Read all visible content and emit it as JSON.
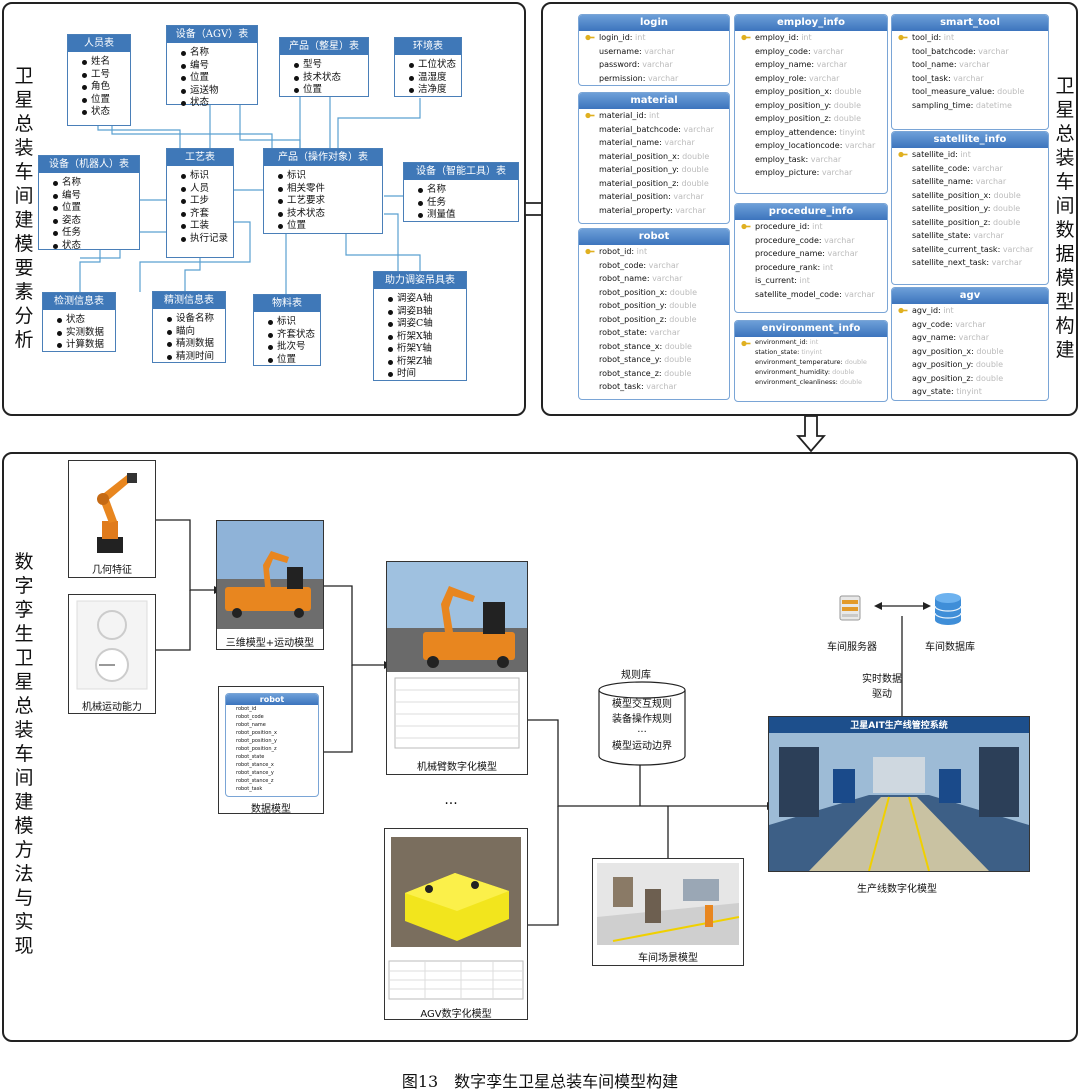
{
  "figure_caption": "图13　数字孪生卫星总装车间模型构建",
  "panel_a": {
    "title": "卫星总装车间建模要素分析",
    "entities": [
      {
        "title": "人员表",
        "items": [
          "姓名",
          "工号",
          "角色",
          "位置",
          "状态"
        ]
      },
      {
        "title": "设备（AGV）表",
        "items": [
          "名称",
          "编号",
          "位置",
          "运送物",
          "状态"
        ]
      },
      {
        "title": "产品（整星）表",
        "items": [
          "型号",
          "技术状态",
          "位置"
        ]
      },
      {
        "title": "环境表",
        "items": [
          "工位状态",
          "温湿度",
          "洁净度"
        ]
      },
      {
        "title": "设备（机器人）表",
        "items": [
          "名称",
          "编号",
          "位置",
          "姿态",
          "任务",
          "状态"
        ]
      },
      {
        "title": "工艺表",
        "items": [
          "标识",
          "人员",
          "工步",
          "齐套",
          "工装",
          "执行记录"
        ]
      },
      {
        "title": "产品（操作对象）表",
        "items": [
          "标识",
          "相关零件",
          "工艺要求",
          "技术状态",
          "位置"
        ]
      },
      {
        "title": "设备（智能工具）表",
        "items": [
          "名称",
          "任务",
          "测量值"
        ]
      },
      {
        "title": "检测信息表",
        "items": [
          "状态",
          "实测数据",
          "计算数据"
        ]
      },
      {
        "title": "精测信息表",
        "items": [
          "设备名称",
          "瞄向",
          "精测数据",
          "精测时间"
        ]
      },
      {
        "title": "物料表",
        "items": [
          "标识",
          "齐套状态",
          "批次号",
          "位置"
        ]
      },
      {
        "title": "助力调姿吊具表",
        "items": [
          "调姿A轴",
          "调姿B轴",
          "调姿C轴",
          "桁架X轴",
          "桁架Y轴",
          "桁架Z轴",
          "时间"
        ]
      }
    ]
  },
  "panel_b": {
    "title": "卫星总装车间数据模型构建",
    "tables": [
      {
        "name": "login",
        "fields": [
          [
            "login_id",
            "int"
          ],
          [
            "username",
            "varchar"
          ],
          [
            "password",
            "varchar"
          ],
          [
            "permission",
            "varchar"
          ]
        ]
      },
      {
        "name": "material",
        "fields": [
          [
            "material_id",
            "int"
          ],
          [
            "material_batchcode",
            "varchar"
          ],
          [
            "material_name",
            "varchar"
          ],
          [
            "material_position_x",
            "double"
          ],
          [
            "material_position_y",
            "double"
          ],
          [
            "material_position_z",
            "double"
          ],
          [
            "material_position",
            "varchar"
          ],
          [
            "material_property",
            "varchar"
          ]
        ]
      },
      {
        "name": "robot",
        "fields": [
          [
            "robot_id",
            "int"
          ],
          [
            "robot_code",
            "varchar"
          ],
          [
            "robot_name",
            "varchar"
          ],
          [
            "robot_position_x",
            "double"
          ],
          [
            "robot_position_y",
            "double"
          ],
          [
            "robot_position_z",
            "double"
          ],
          [
            "robot_state",
            "varchar"
          ],
          [
            "robot_stance_x",
            "double"
          ],
          [
            "robot_stance_y",
            "double"
          ],
          [
            "robot_stance_z",
            "double"
          ],
          [
            "robot_task",
            "varchar"
          ]
        ]
      },
      {
        "name": "employ_info",
        "fields": [
          [
            "employ_id",
            "int"
          ],
          [
            "employ_code",
            "varchar"
          ],
          [
            "employ_name",
            "varchar"
          ],
          [
            "employ_role",
            "varchar"
          ],
          [
            "employ_position_x",
            "double"
          ],
          [
            "employ_position_y",
            "double"
          ],
          [
            "employ_position_z",
            "double"
          ],
          [
            "employ_attendence",
            "tinyint"
          ],
          [
            "employ_locationcode",
            "varchar"
          ],
          [
            "employ_task",
            "varchar"
          ],
          [
            "employ_picture",
            "varchar"
          ]
        ]
      },
      {
        "name": "procedure_info",
        "fields": [
          [
            "procedure_id",
            "int"
          ],
          [
            "procedure_code",
            "varchar"
          ],
          [
            "procedure_name",
            "varchar"
          ],
          [
            "procedure_rank",
            "int"
          ],
          [
            "is_current",
            "int"
          ],
          [
            "satellite_model_code",
            "varchar"
          ]
        ]
      },
      {
        "name": "environment_info",
        "fields": [
          [
            "environment_id",
            "int"
          ],
          [
            "station_state",
            "tinyint"
          ],
          [
            "environment_temperature",
            "double"
          ],
          [
            "environment_humidity",
            "double"
          ],
          [
            "environment_cleanliness",
            "double"
          ]
        ]
      },
      {
        "name": "smart_tool",
        "fields": [
          [
            "tool_id",
            "int"
          ],
          [
            "tool_batchcode",
            "varchar"
          ],
          [
            "tool_name",
            "varchar"
          ],
          [
            "tool_task",
            "varchar"
          ],
          [
            "tool_measure_value",
            "double"
          ],
          [
            "sampling_time",
            "datetime"
          ]
        ]
      },
      {
        "name": "satellite_info",
        "fields": [
          [
            "satellite_id",
            "int"
          ],
          [
            "satellite_code",
            "varchar"
          ],
          [
            "satellite_name",
            "varchar"
          ],
          [
            "satellite_position_x",
            "double"
          ],
          [
            "satellite_position_y",
            "double"
          ],
          [
            "satellite_position_z",
            "double"
          ],
          [
            "satellite_state",
            "varchar"
          ],
          [
            "satellite_current_task",
            "varchar"
          ],
          [
            "satellite_next_task",
            "varchar"
          ]
        ]
      },
      {
        "name": "agv",
        "fields": [
          [
            "agv_id",
            "int"
          ],
          [
            "agv_code",
            "varchar"
          ],
          [
            "agv_name",
            "varchar"
          ],
          [
            "agv_position_x",
            "double"
          ],
          [
            "agv_position_y",
            "double"
          ],
          [
            "agv_position_z",
            "double"
          ],
          [
            "agv_state",
            "tinyint"
          ]
        ]
      }
    ]
  },
  "panel_c": {
    "title": "数字孪生卫星总装车间建模方法与实现",
    "labels": {
      "geometry": "几何特征",
      "motion": "机械运动能力",
      "model3d": "三维模型+运动模型",
      "datamodel": "数据模型",
      "arm": "机械臂数字化模型",
      "ellipsis": "...",
      "agv": "AGV数字化模型",
      "rulebase": "规则库",
      "rules": [
        "模型交互规则",
        "装备操作规则",
        "...",
        "模型运动边界"
      ],
      "scene": "车间场景模型",
      "server": "车间服务器",
      "database": "车间数据库",
      "drive": "实时数据驱动",
      "production": "生产线数字化模型",
      "screen_title": "卫星AIT生产线管控系统"
    },
    "mini_robot_table": {
      "name": "robot",
      "fields": [
        "robot_id",
        "robot_code",
        "robot_name",
        "robot_position_x",
        "robot_position_y",
        "robot_position_z",
        "robot_state",
        "robot_stance_x",
        "robot_stance_y",
        "robot_stance_z",
        "robot_task"
      ]
    }
  }
}
